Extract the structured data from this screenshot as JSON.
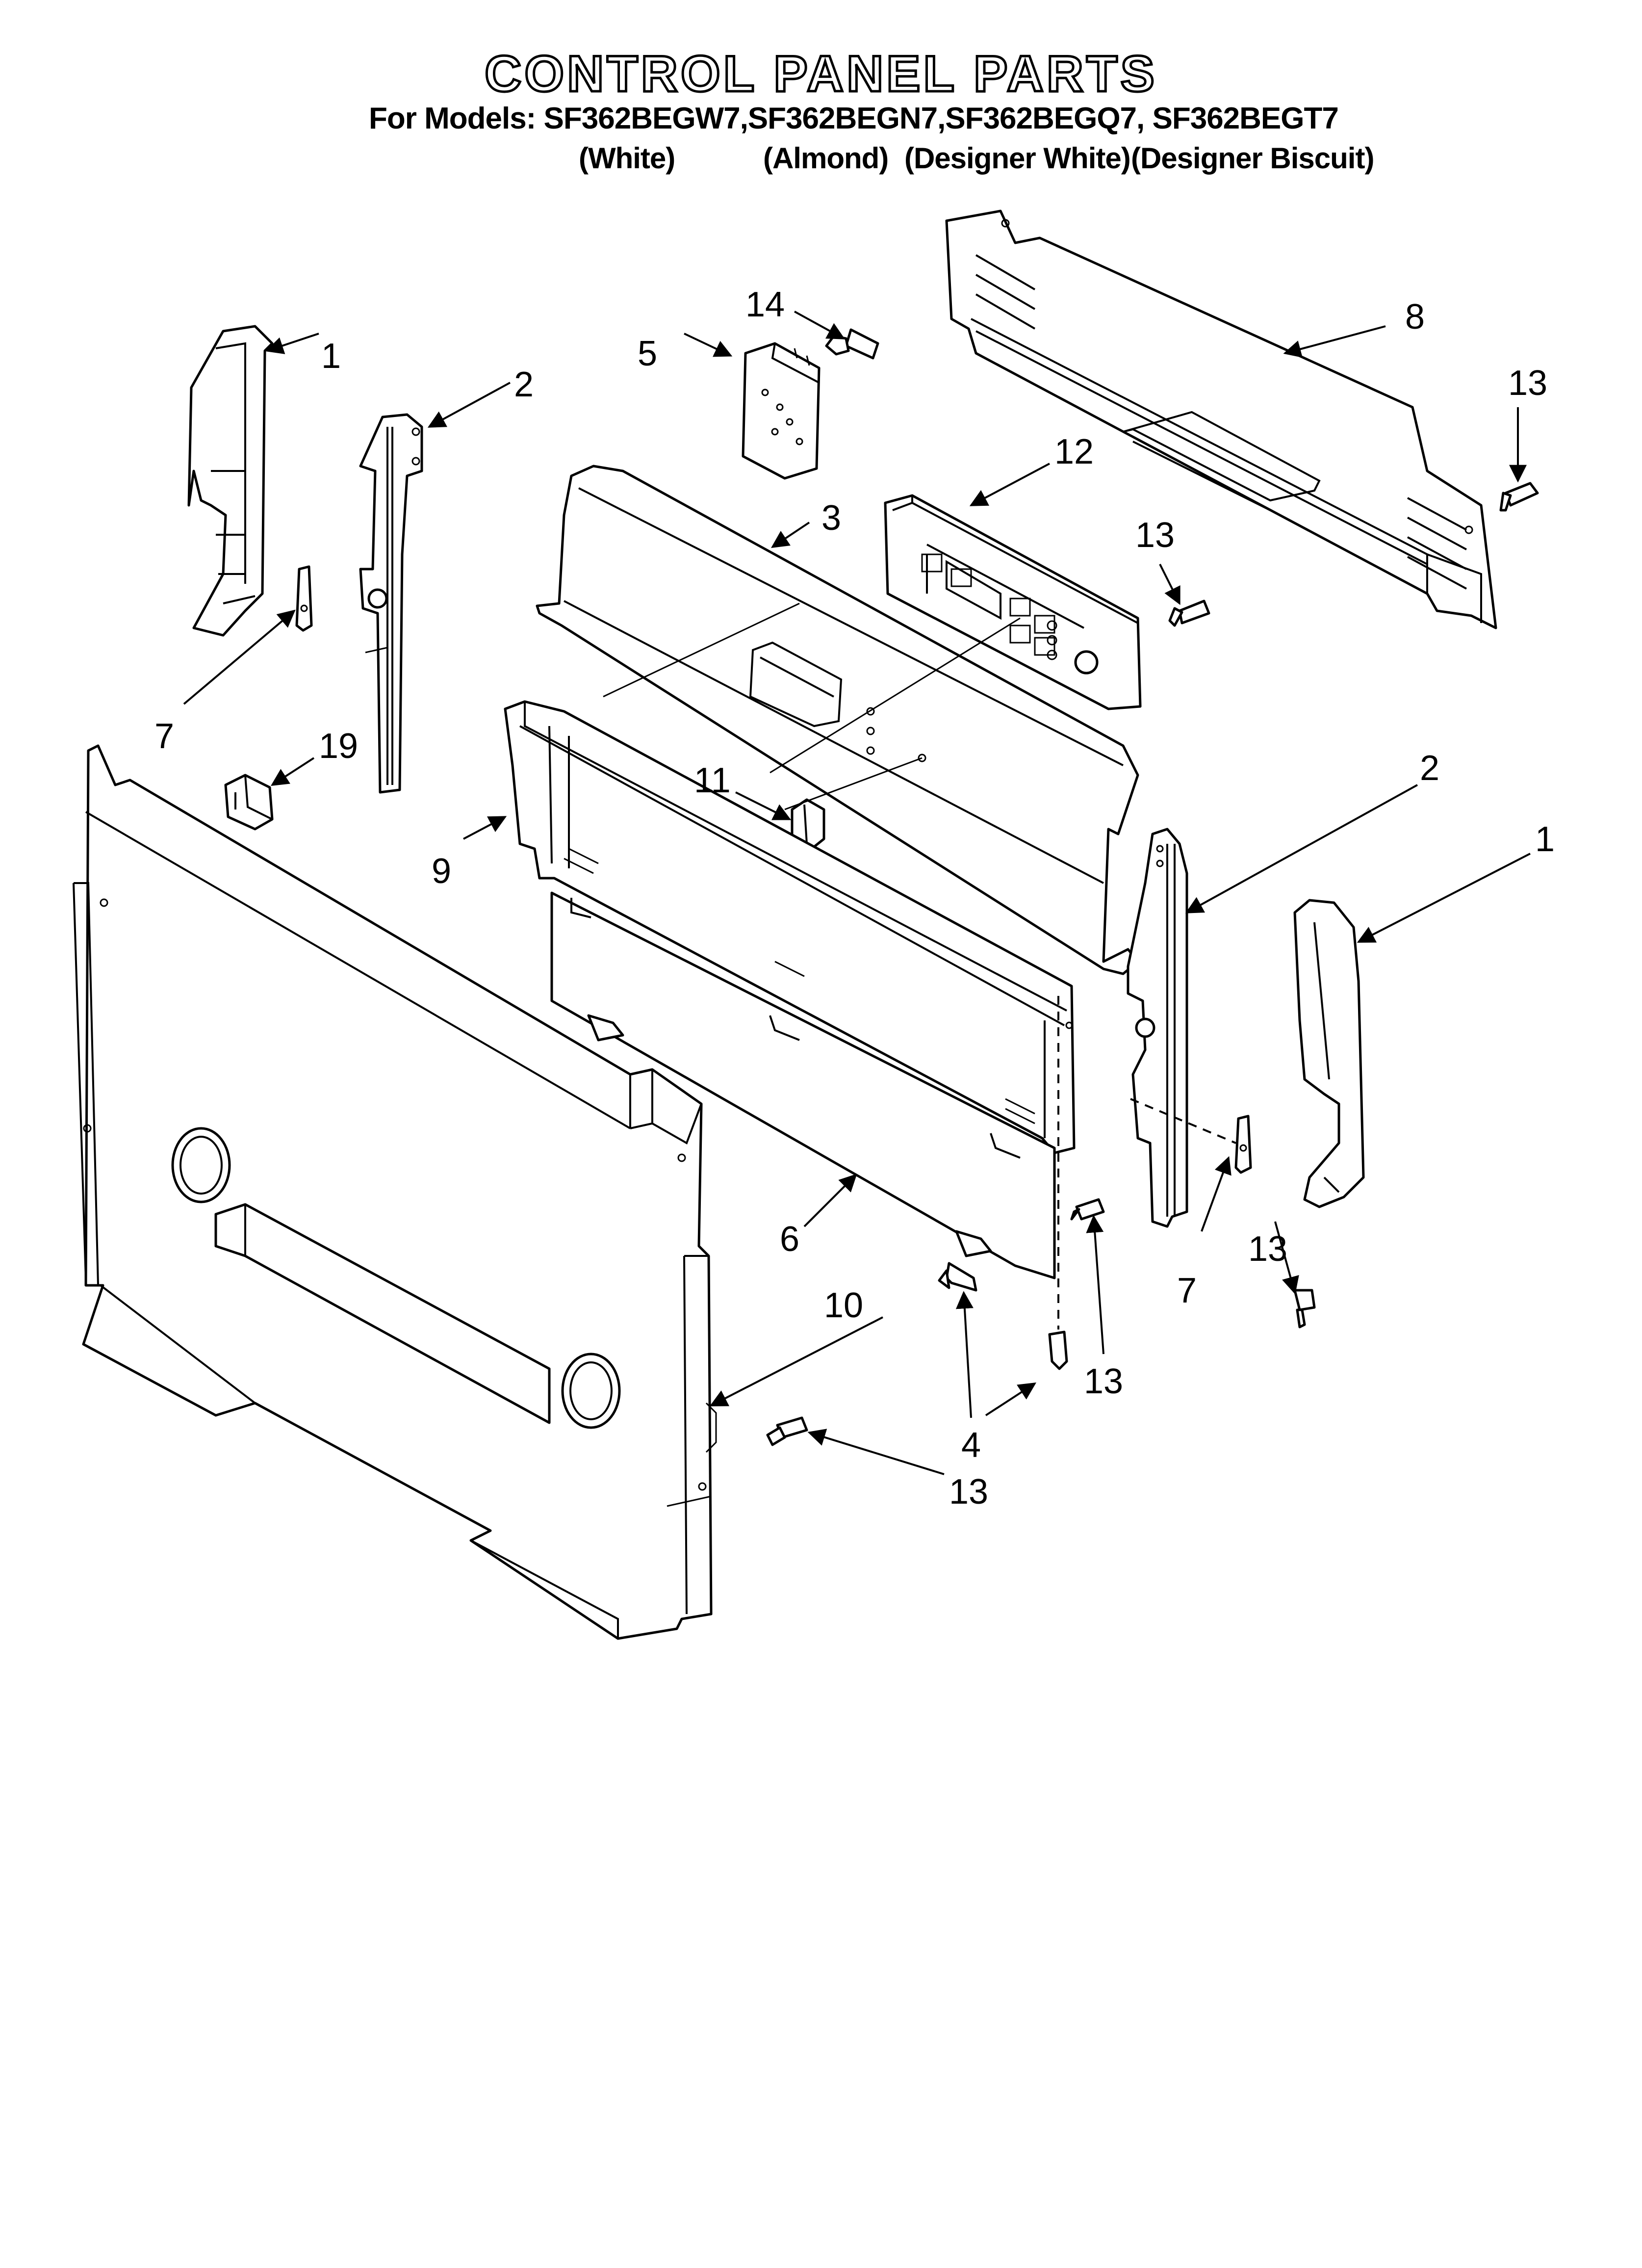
{
  "header": {
    "title": "CONTROL PANEL PARTS",
    "models_line": "For Models: SF362BEGW7,SF362BEGN7,SF362BEGQ7, SF362BEGT7",
    "color_notes": [
      "(White)",
      "(Almond)",
      "(Designer White)",
      "(Designer Biscuit)"
    ]
  },
  "callouts": [
    {
      "id": "c1a",
      "text": "1"
    },
    {
      "id": "c2a",
      "text": "2"
    },
    {
      "id": "c14",
      "text": "14"
    },
    {
      "id": "c5",
      "text": "5"
    },
    {
      "id": "c8",
      "text": "8"
    },
    {
      "id": "c13a",
      "text": "13"
    },
    {
      "id": "c12",
      "text": "12"
    },
    {
      "id": "c3",
      "text": "3"
    },
    {
      "id": "c13b",
      "text": "13"
    },
    {
      "id": "c7a",
      "text": "7"
    },
    {
      "id": "c19",
      "text": "19"
    },
    {
      "id": "c11",
      "text": "11"
    },
    {
      "id": "c9",
      "text": "9"
    },
    {
      "id": "c2b",
      "text": "2"
    },
    {
      "id": "c1b",
      "text": "1"
    },
    {
      "id": "c6",
      "text": "6"
    },
    {
      "id": "c13c",
      "text": "13"
    },
    {
      "id": "c7b",
      "text": "7"
    },
    {
      "id": "c13d",
      "text": "13"
    },
    {
      "id": "c10",
      "text": "10"
    },
    {
      "id": "c4",
      "text": "4"
    },
    {
      "id": "c13e",
      "text": "13"
    }
  ]
}
